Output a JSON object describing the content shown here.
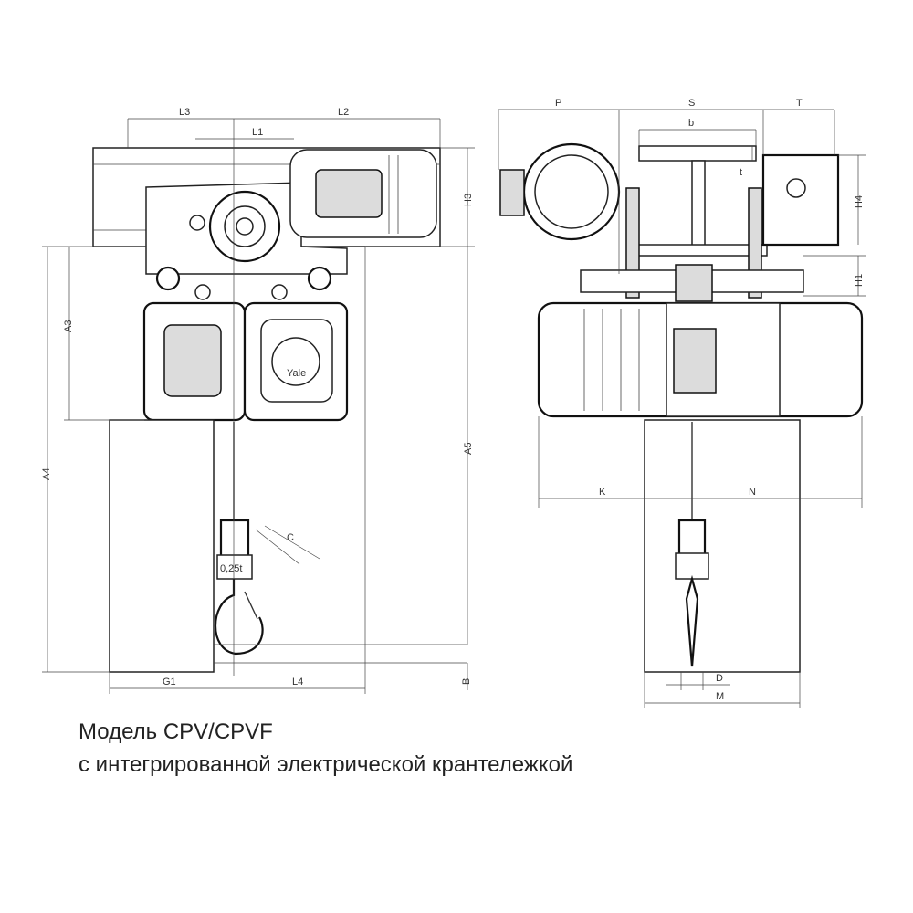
{
  "caption": {
    "line1": "Модель CPV/CPVF",
    "line2": "с интегрированной электрической крантележкой"
  },
  "front_view": {
    "dimensions": {
      "L3": "L3",
      "L2": "L2",
      "L1": "L1",
      "H3": "H3",
      "A3": "A3",
      "A4": "A4",
      "A5": "A5",
      "C": "C",
      "G1": "G1",
      "L4": "L4",
      "B": "B"
    },
    "brand": "Yale",
    "load_tag": "0,25t"
  },
  "side_view": {
    "dimensions": {
      "P": "P",
      "S": "S",
      "T": "T",
      "b": "b",
      "t": "t",
      "H4": "H4",
      "H1": "H1",
      "K": "K",
      "N": "N",
      "D": "D",
      "M": "M"
    }
  }
}
